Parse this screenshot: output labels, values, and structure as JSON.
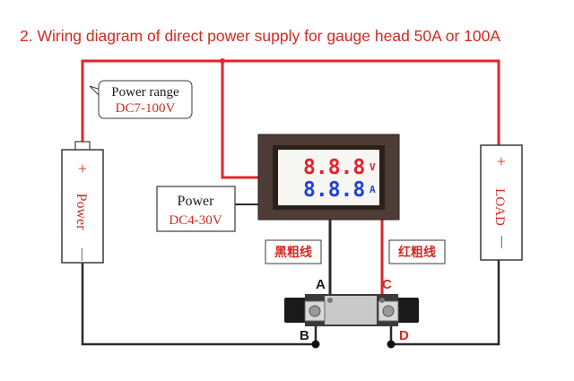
{
  "title": "2. Wiring diagram of direct power supply for gauge head 50A or 100A",
  "power_range": {
    "label": "Power range",
    "value": "DC7-100V"
  },
  "meter_power": {
    "label": "Power",
    "value": "DC4-30V"
  },
  "battery": {
    "plus": "+",
    "label": "Power",
    "minus": "—"
  },
  "load": {
    "plus": "+",
    "label": "LOAD",
    "minus": "—"
  },
  "meter": {
    "volt_digits": "8.8.8",
    "volt_unit": "V",
    "amp_digits": "8.8.8",
    "amp_unit": "A"
  },
  "wires": {
    "black_label": "黑粗线",
    "red_label": "红粗线"
  },
  "terminals": {
    "a": "A",
    "b": "B",
    "c": "C",
    "d": "D"
  },
  "colors": {
    "red_wire": "#e0262b",
    "black_wire": "#2a2a2a",
    "volt_digits": "#e8202a",
    "amp_digits": "#1e44d6"
  }
}
